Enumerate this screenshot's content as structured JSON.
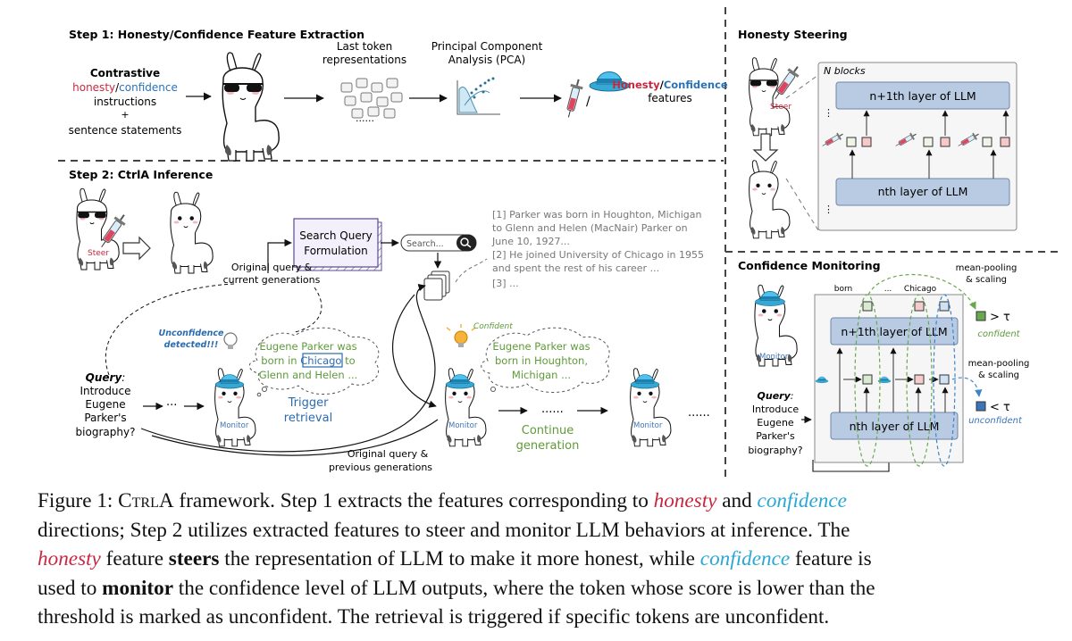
{
  "step1": {
    "title": "Step 1: Honesty/Confidence Feature Extraction",
    "contrastive": "Contrastive",
    "honesty": "honesty",
    "slash": "/",
    "confidence": "confidence",
    "instructions": "instructions",
    "plus": "+",
    "sentence": "sentence statements",
    "last_token_1": "Last token",
    "last_token_2": "representations",
    "pca_1": "Principal Component",
    "pca_2": "Analysis (PCA)",
    "feat_honesty": "Honesty",
    "feat_slash": "/",
    "feat_confidence": "Confidence",
    "features": "features",
    "dots": "......"
  },
  "steering": {
    "title": "Honesty Steering",
    "n_blocks": "N blocks",
    "top_layer": "n+1th layer of LLM",
    "bottom_layer": "nth layer of LLM",
    "steer_label": "Steer"
  },
  "step2": {
    "title": "Step 2: CtrlA Inference",
    "steer_label": "Steer",
    "search_query_1": "Search Query",
    "search_query_2": "Formulation",
    "search_placeholder": "Search...",
    "original_query_1": "Original query &",
    "original_query_2": "current generations",
    "retrieved_1": "[1] Parker was born in Houghton, Michigan",
    "retrieved_2": "to Glenn and Helen (MacNair) Parker on",
    "retrieved_3": "June 10, 1927...",
    "retrieved_4": "[2] He joined University of Chicago in 1955",
    "retrieved_5": "and spent the rest of his career ...",
    "retrieved_6": "[3] ...",
    "unconfidence_1": "Unconfidence",
    "unconfidence_2": "detected!!!",
    "gen1_1": "Eugene Parker was",
    "gen1_2a": "born in ",
    "gen1_2b": "Chicago",
    "gen1_2c": " to",
    "gen1_3": "Glenn and Helen ...",
    "trigger_1": "Trigger",
    "trigger_2": "retrieval",
    "confident": "Confident",
    "gen2_1": "Eugene Parker was",
    "gen2_2": "born in Houghton,",
    "gen2_3": "Michigan ...",
    "continue_1": "Continue",
    "continue_2": "generation",
    "query_label": "Query",
    "query_colon": ":",
    "query_1": "Introduce",
    "query_2": "Eugene",
    "query_3": "Parker's",
    "query_4": "biography?",
    "prev_1": "Original query &",
    "prev_2": "previous generations",
    "monitor": "Monitor",
    "ellipsis": "......"
  },
  "monitoring": {
    "title": "Confidence Monitoring",
    "mean_pool_1": "mean-pooling",
    "mean_pool_2": "& scaling",
    "mean_pool_3": "mean-pooling",
    "mean_pool_4": "& scaling",
    "born": "born",
    "chicago": "Chicago",
    "top_layer": "n+1th layer of LLM",
    "bottom_layer": "nth layer of LLM",
    "gt_tau": "> τ",
    "lt_tau": "< τ",
    "confident": "confident",
    "unconfident": "unconfident",
    "query_label": "Query",
    "query_colon": ":",
    "query_1": "Introduce",
    "query_2": "Eugene",
    "query_3": "Parker's",
    "query_4": "biography?",
    "monitor": "Monitor",
    "dots": "..."
  },
  "caption": {
    "l1_a": "Figure 1: ",
    "l1_sc": "CtrlA",
    "l1_b": " framework. Step 1 extracts the features corresponding to ",
    "l1_h": "honesty",
    "l1_c": " and ",
    "l1_conf": "confidence",
    "l2": "directions; Step 2 utilizes extracted features to steer and monitor LLM behaviors at inference. The",
    "l3_h": "honesty",
    "l3_a": " feature ",
    "l3_bold": "steers",
    "l3_b": " the representation of LLM to make it more honest, while ",
    "l3_conf": "confidence",
    "l3_c": " feature is",
    "l4_a": "used to ",
    "l4_bold": "monitor",
    "l4_b": " the confidence level of LLM outputs, where the token whose score is lower than the",
    "l5": "threshold is marked as unconfident. The retrieval is triggered if specific tokens are unconfident."
  },
  "colors": {
    "honesty": "#c8283f",
    "confidence": "#2aa7d6",
    "green": "#5f9a3a",
    "blue": "#3d74b8",
    "layer_fill": "#b9cbe3"
  },
  "icons": [
    "llama-with-sunglasses-icon",
    "llama-icon",
    "llama-with-hat-icon",
    "syringe-icon",
    "blue-hat-icon",
    "lightbulb-icon",
    "search-icon",
    "documents-icon",
    "pca-plot-icon",
    "token-cubes-icon"
  ]
}
